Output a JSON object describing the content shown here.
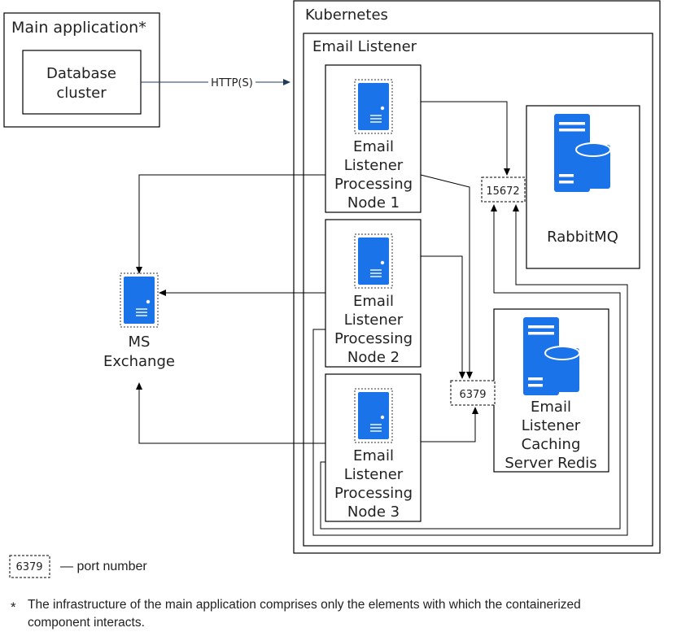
{
  "containers": {
    "main_app": "Main application*",
    "kubernetes": "Kubernetes",
    "email_listener": "Email Listener"
  },
  "nodes": {
    "database": [
      "Database",
      "cluster"
    ],
    "node1": [
      "Email",
      "Listener",
      "Processing",
      "Node 1"
    ],
    "node2": [
      "Email",
      "Listener",
      "Processing",
      "Node 2"
    ],
    "node3": [
      "Email",
      "Listener",
      "Processing",
      "Node 3"
    ],
    "rabbitmq": "RabbitMQ",
    "redis": [
      "Email",
      "Listener",
      "Caching",
      "Server Redis"
    ],
    "exchange": [
      "MS",
      "Exchange"
    ]
  },
  "ports": {
    "rabbit": "15672",
    "redis": "6379"
  },
  "edges": {
    "http": "HTTP(S)"
  },
  "legend": {
    "sample_port": "6379",
    "text": "— port number"
  },
  "footnote": {
    "star": "*",
    "line1": "The infrastructure of the main application comprises only the elements with which the containerized",
    "line2": "component interacts."
  },
  "colors": {
    "server_blue": "#1a73e8",
    "line": "#000000"
  }
}
